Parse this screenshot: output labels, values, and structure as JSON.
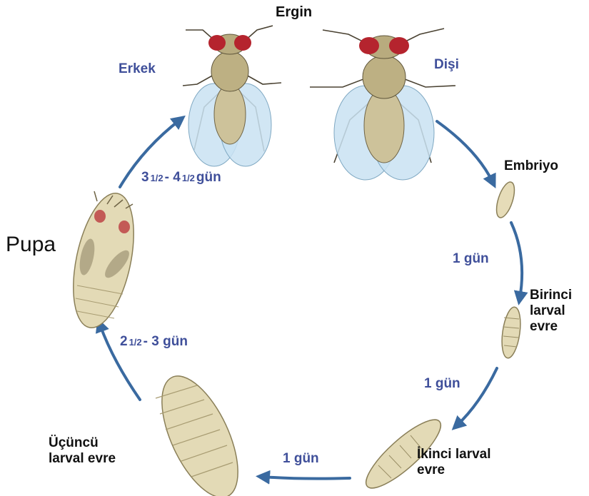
{
  "title": "Ergin",
  "stages": {
    "male": "Erkek",
    "female": "Dişi",
    "embryo": "Embriyo",
    "first_larval": [
      "Birinci",
      "larval",
      "evre"
    ],
    "second_larval": [
      "İkinci larval",
      "evre"
    ],
    "third_larval": [
      "Üçüncü",
      "larval evre"
    ],
    "pupa": "Pupa"
  },
  "durations": {
    "embryo_to_first": "1 gün",
    "first_to_second": "1 gün",
    "second_to_third": "1 gün",
    "third_to_pupa": {
      "a": "2",
      "a_frac": "1/2",
      "sep": "-",
      "b": "3",
      "unit": "gün"
    },
    "pupa_to_adult": {
      "a": "3",
      "a_frac": "1/2",
      "sep": "-",
      "b": "4",
      "b_frac": "1/2",
      "unit": "gün"
    }
  },
  "colors": {
    "arrow": "#3a6aa0",
    "label_blue": "#3f4f9a",
    "body": "#d8cfa6",
    "eye": "#b5242e",
    "wing": "#c9e2f2"
  }
}
